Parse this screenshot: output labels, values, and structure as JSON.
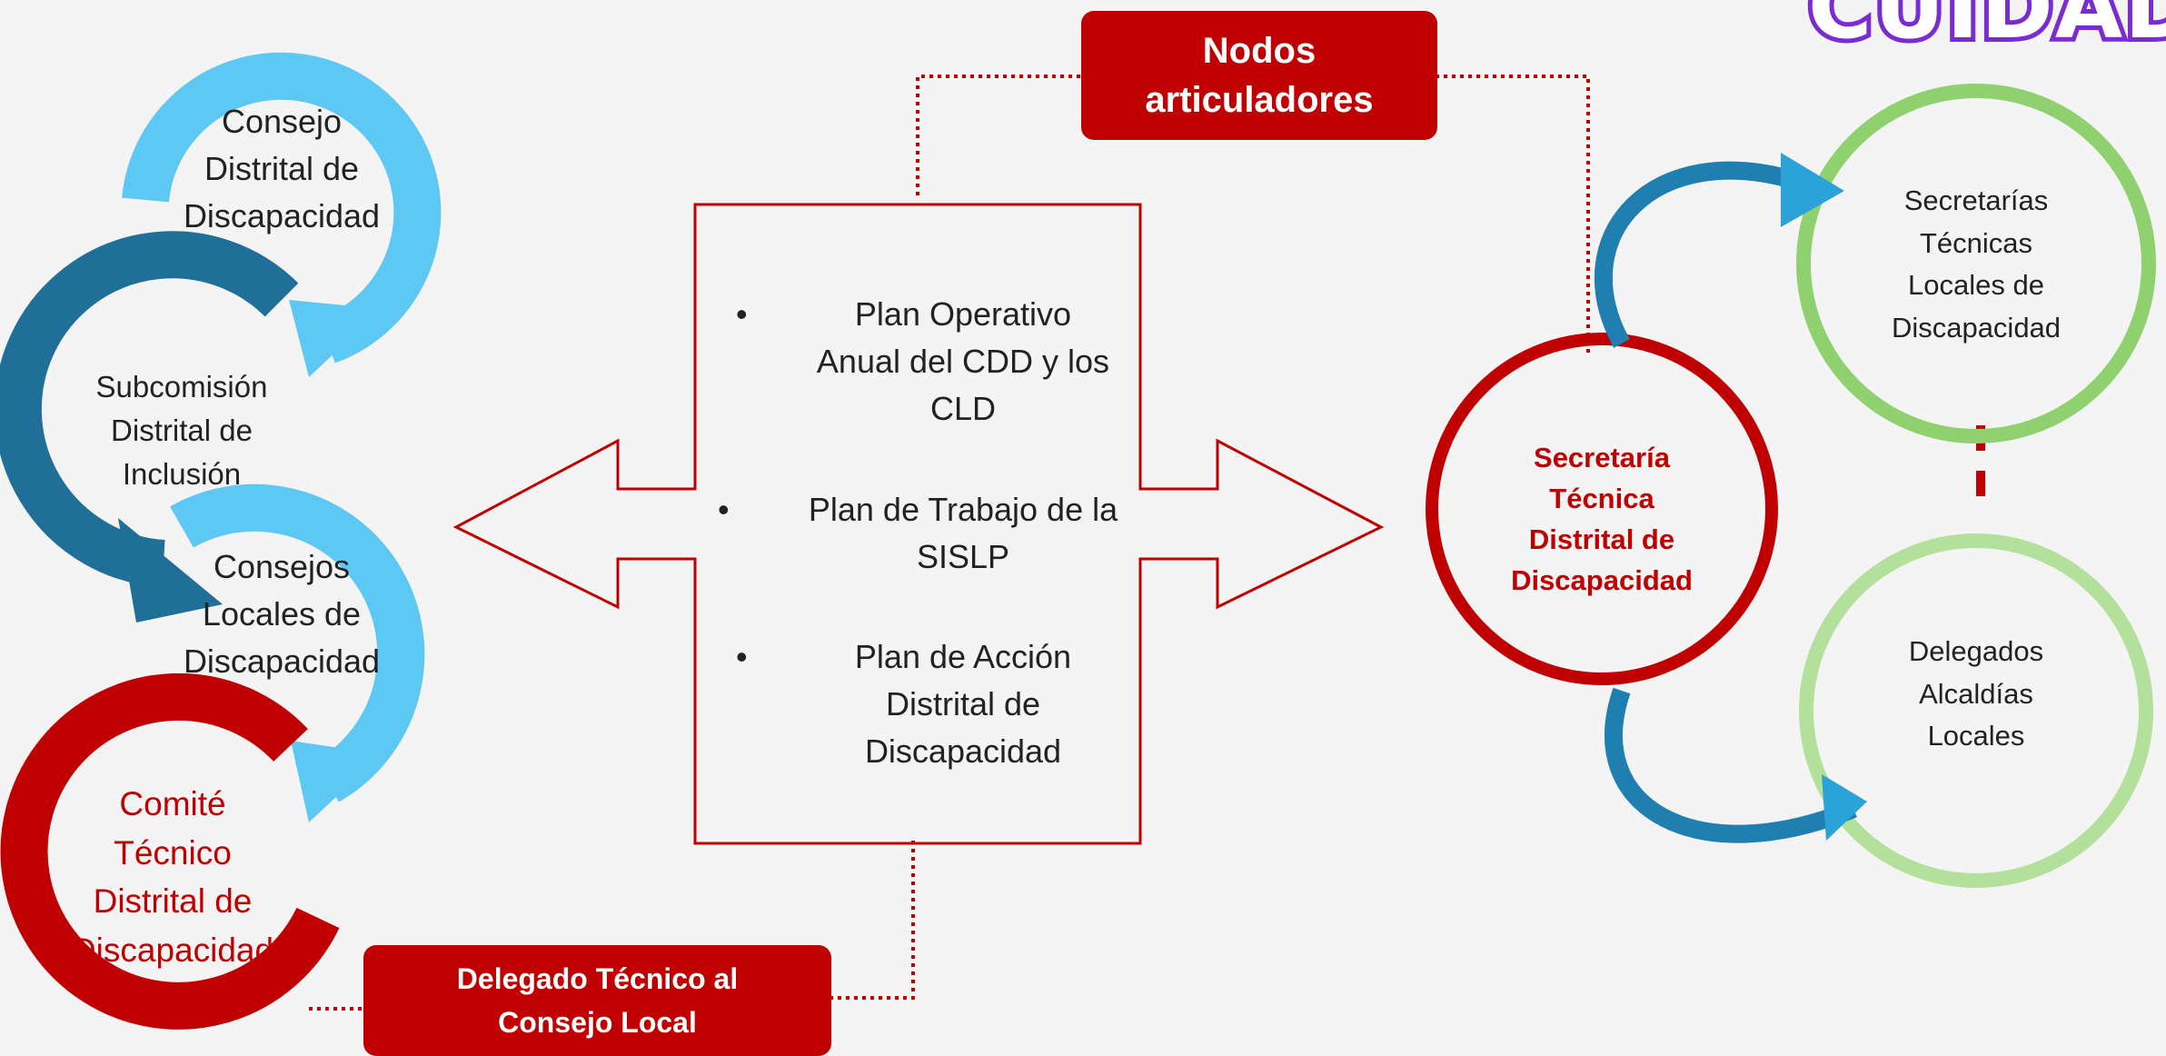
{
  "logo": {
    "text": "CUIDADO"
  },
  "left_chain": [
    {
      "id": "consejo-distrital",
      "label": "Consejo\nDistrital de\nDiscapacidad",
      "color": "#5ec8f5"
    },
    {
      "id": "subcomision",
      "label": "Subcomisión\nDistrital de\nInclusión",
      "color": "#1f6f99"
    },
    {
      "id": "consejos-locales",
      "label": "Consejos\nLocales de\nDiscapacidad",
      "color": "#5ec8f5"
    },
    {
      "id": "comite-tecnico",
      "label": "Comité\nTécnico\nDistrital de\nDiscapacidad",
      "color": "#c00000"
    }
  ],
  "center_box": {
    "items": [
      "Plan  Operativo\nAnual del CDD y los\nCLD",
      "Plan de Trabajo de la\nSISLP",
      "Plan de Acción\nDistrital de\nDiscapacidad"
    ]
  },
  "tags": {
    "top": "Nodos\narticuladores",
    "bottom": "Delegado Técnico al\nConsejo  Local"
  },
  "right": {
    "center_circle": "Secretaría\nTécnica\nDistrital de\nDiscapacidad",
    "top_circle": "Secretarías\nTécnicas\nLocales de\nDiscapacidad",
    "bottom_circle": "Delegados\nAlcaldías\nLocales"
  },
  "colors": {
    "red": "#c00000",
    "light_blue": "#5ec8f5",
    "dark_blue": "#1f6f99",
    "green": "#8fd16f",
    "light_green": "#b3e09a",
    "arrow_blue": "#2ba3d8"
  }
}
